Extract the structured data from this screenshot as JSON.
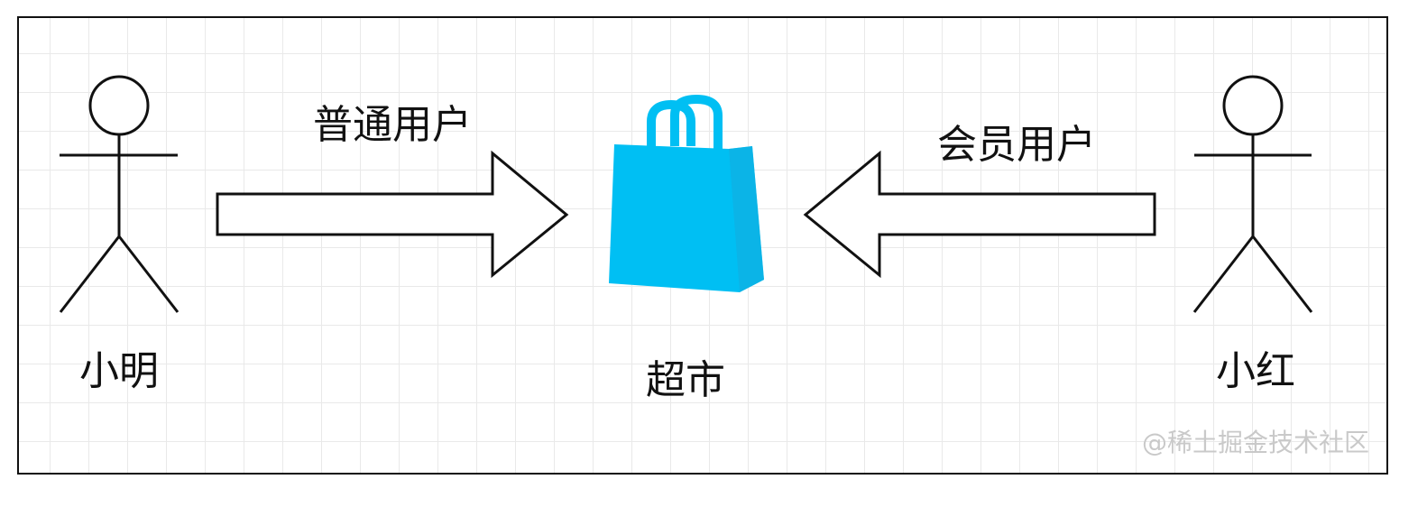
{
  "actors": {
    "left": {
      "name": "小明"
    },
    "right": {
      "name": "小红"
    }
  },
  "arrows": {
    "left": {
      "label": "普通用户"
    },
    "right": {
      "label": "会员用户"
    }
  },
  "center": {
    "label": "超市",
    "icon": "shopping-bag-icon"
  },
  "watermark": "@稀土掘金技术社区",
  "colors": {
    "bag": "#00BFF3",
    "stroke": "#111111",
    "grid": "#e9e9e9",
    "watermark": "#c9c9c9"
  }
}
